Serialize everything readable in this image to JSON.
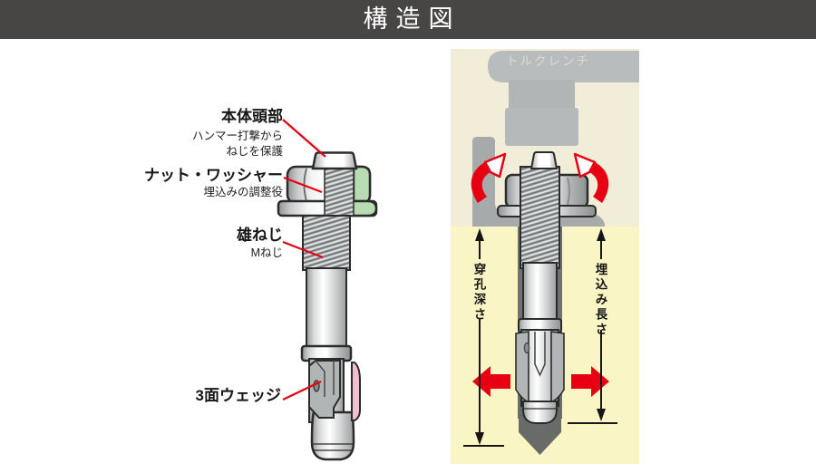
{
  "header": {
    "title": "構造図"
  },
  "left": {
    "label1": {
      "title": "本体頭部",
      "line1": "ハンマー打撃から",
      "line2": "ねじを保護"
    },
    "label2": {
      "title": "ナット・ワッシャー",
      "line1": "埋込みの調整役"
    },
    "label3": {
      "title": "雄ねじ",
      "line1": "Mねじ"
    },
    "label4": {
      "title": "3面ウェッジ"
    }
  },
  "right": {
    "tool": "トルクレンチ",
    "dim_drill_depth": "穿孔深さ",
    "dim_embed_length": "埋込み長さ"
  },
  "colors": {
    "header_bg": "#484645",
    "accent_red": "#e60012",
    "panel_cream": "#f2edd8",
    "concrete_yellow": "#faf5c4",
    "cutaway_green": "#b6dcb0",
    "wedge_pink": "#f4bed2",
    "fixture_gray": "#a7aaaa",
    "hole_dark": "#717171"
  }
}
